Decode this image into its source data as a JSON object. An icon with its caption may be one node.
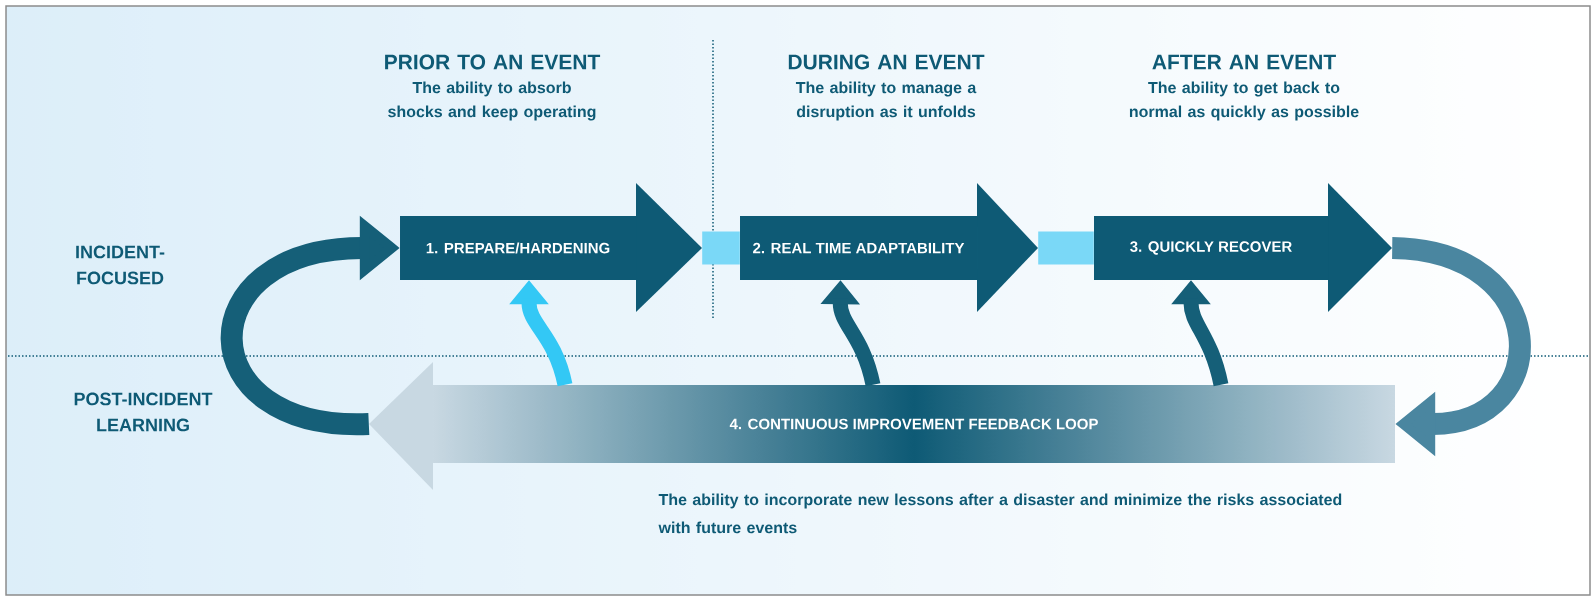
{
  "diagram": {
    "nodes": [
      {
        "text": [
          "1. PREPARE/HARDENING"
        ]
      },
      {
        "text": [
          "2. REAL TIME ADAPTABILITY"
        ]
      },
      {
        "text": [
          "3. QUICKLY RECOVER"
        ]
      },
      {
        "text": [
          "4. CONTINUOUS IMPROVEMENT FEEDBACK LOOP"
        ],
        "beside": [
          "The ability to incorporate new lessons after a disaster and minimize the risks associated with future events"
        ]
      }
    ],
    "edges": [
      {
        "from": 0,
        "to": 1,
        "arrow": "none",
        "color": "#7ad8f7"
      },
      {
        "from": 1,
        "to": 2,
        "arrow": "none",
        "color": "#7ad8f7"
      },
      {
        "from": 2,
        "to": 3,
        "arrow": "to",
        "color": "#4a86a0"
      },
      {
        "from": 3,
        "to": 0,
        "arrow": "to",
        "color": "#155f78"
      },
      {
        "from": 3,
        "to": 0,
        "arrow": "to",
        "color": "#33c8f5"
      },
      {
        "from": 3,
        "to": 1,
        "arrow": "to",
        "color": "#155f78"
      },
      {
        "from": 3,
        "to": 2,
        "arrow": "to",
        "color": "#155f78"
      }
    ],
    "labels": [
      "PRIOR TO AN EVENT",
      "The ability to absorb shocks and keep operating",
      "DURING AN EVENT",
      "The ability to manage a disruption as it unfolds",
      "AFTER AN EVENT",
      "The ability to get back to normal as quickly as possible",
      "INCIDENT- FOCUSED",
      "POST-INCIDENT LEARNING"
    ]
  }
}
